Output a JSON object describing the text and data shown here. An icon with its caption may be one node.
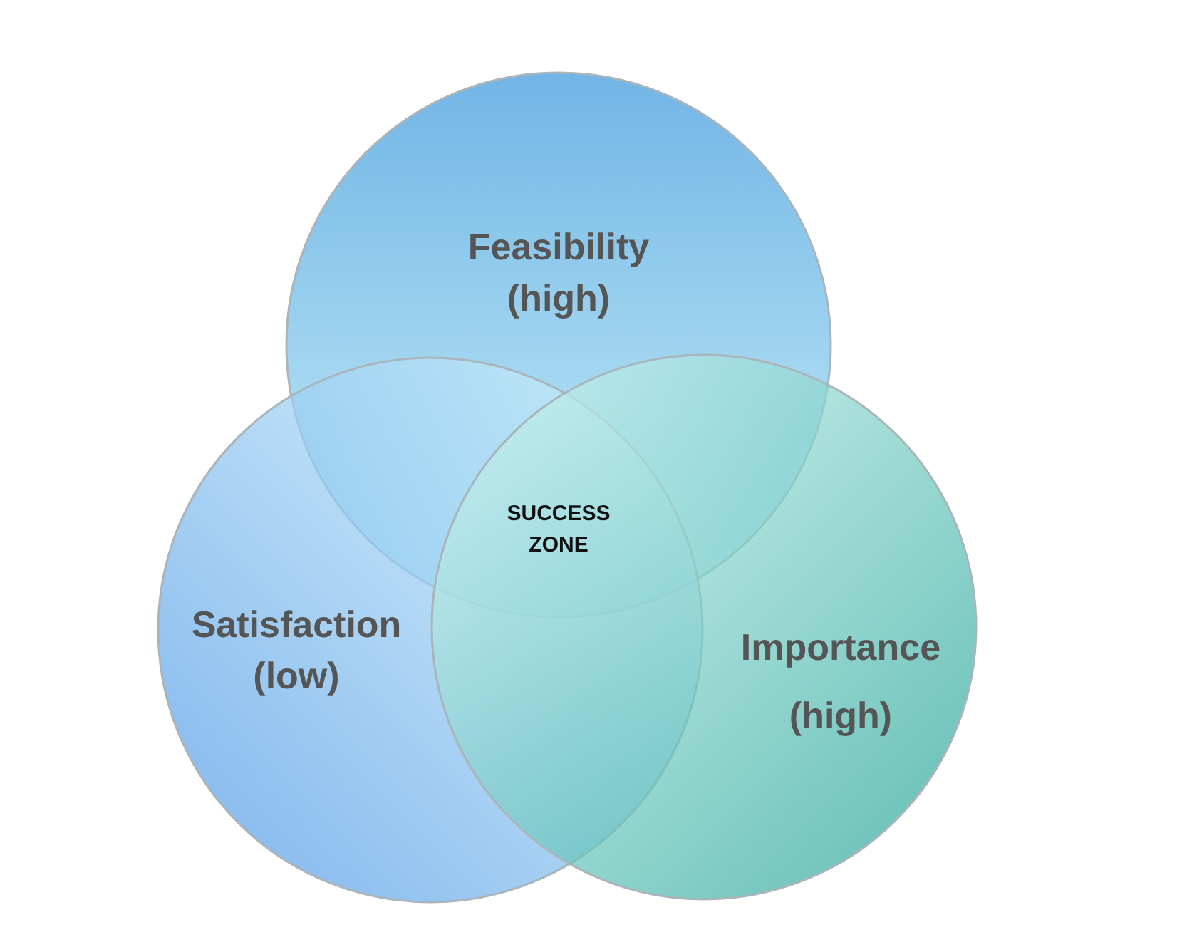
{
  "diagram": {
    "nodes": [
      {
        "text": [
          "Feasibility (high)"
        ]
      },
      {
        "text": [
          "Satisfaction (low)"
        ]
      },
      {
        "text": [
          "Importance (high)"
        ]
      }
    ],
    "labels": [
      "SUCCESS ZONE"
    ]
  }
}
